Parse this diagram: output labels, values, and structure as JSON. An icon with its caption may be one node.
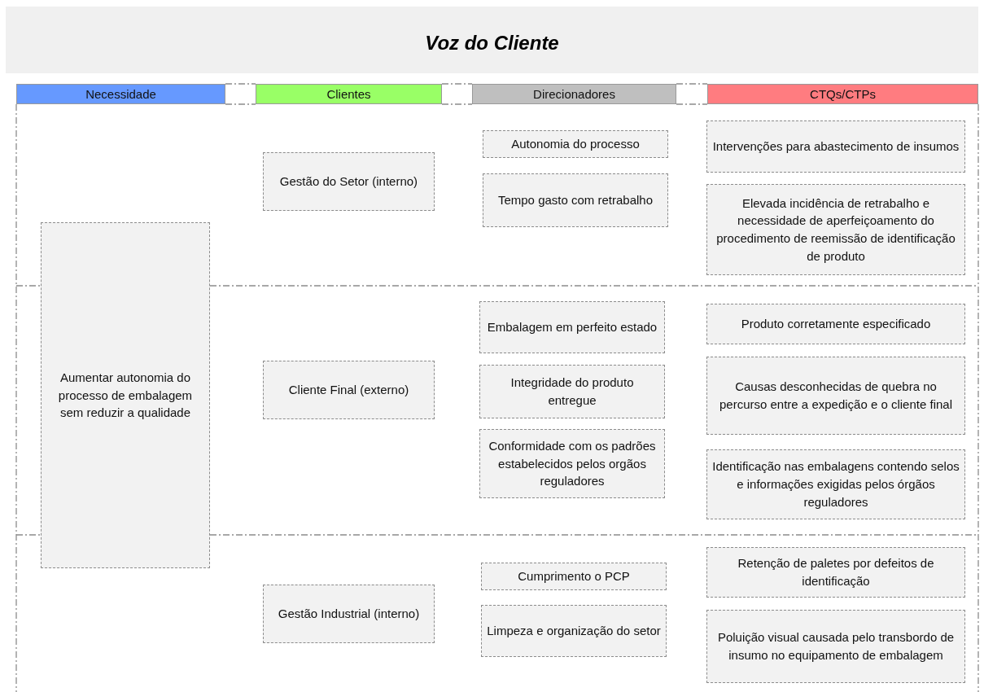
{
  "diagram": {
    "title": "Voz do Cliente",
    "nodes": [
      {
        "text": [
          "Necessidade"
        ]
      },
      {
        "text": [
          "Clientes"
        ]
      },
      {
        "text": [
          "Direcionadores"
        ]
      },
      {
        "text": [
          "CTQs/CTPs"
        ]
      },
      {
        "text": [
          "Aumentar autonomia do processo de embalagem sem reduzir a qualidade"
        ]
      },
      {
        "text": [
          "Gestão do Setor (interno)"
        ]
      },
      {
        "text": [
          "Autonomia do processo"
        ]
      },
      {
        "text": [
          "Tempo gasto com retrabalho"
        ]
      },
      {
        "text": [
          "Intervenções para abastecimento de insumos"
        ]
      },
      {
        "text": [
          "Elevada incidência de retrabalho e necessidade de aperfeiçoamento do procedimento de reemissão de identificação de produto"
        ]
      },
      {
        "text": [
          "Cliente Final (externo)"
        ]
      },
      {
        "text": [
          "Embalagem em perfeito estado"
        ]
      },
      {
        "text": [
          "Integridade do produto entregue"
        ]
      },
      {
        "text": [
          "Conformidade com os padrões estabelecidos pelos orgãos reguladores"
        ]
      },
      {
        "text": [
          "Produto corretamente especificado"
        ]
      },
      {
        "text": [
          "Causas desconhecidas de quebra no percurso entre a expedição e o cliente final"
        ]
      },
      {
        "text": [
          "Identificação nas embalagens contendo selos e informações exigidas pelos órgãos reguladores"
        ]
      },
      {
        "text": [
          "Gestão Industrial (interno)"
        ]
      },
      {
        "text": [
          "Cumprimento o PCP"
        ]
      },
      {
        "text": [
          "Limpeza e organização do setor"
        ]
      },
      {
        "text": [
          "Retenção de paletes por defeitos de identificação"
        ]
      },
      {
        "text": [
          "Poluição visual causada pelo transbordo de insumo no equipamento de embalagem"
        ]
      }
    ],
    "edges": []
  }
}
